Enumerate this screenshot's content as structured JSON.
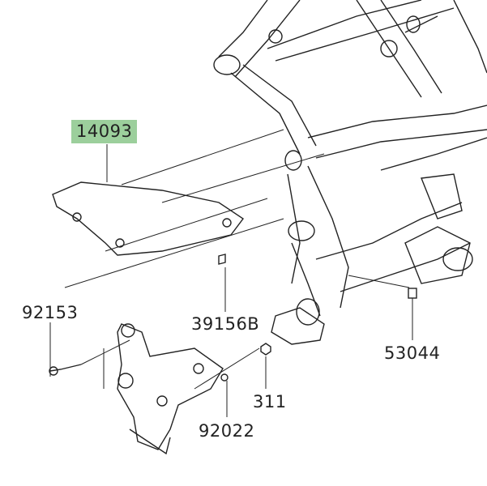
{
  "diagram": {
    "highlight_color": "#9ccf9c",
    "parts": [
      {
        "number": "14093",
        "highlighted": true
      },
      {
        "number": "92153",
        "highlighted": false
      },
      {
        "number": "39156B",
        "highlighted": false
      },
      {
        "number": "53044",
        "highlighted": false
      },
      {
        "number": "311",
        "highlighted": false
      },
      {
        "number": "92022",
        "highlighted": false
      }
    ]
  }
}
